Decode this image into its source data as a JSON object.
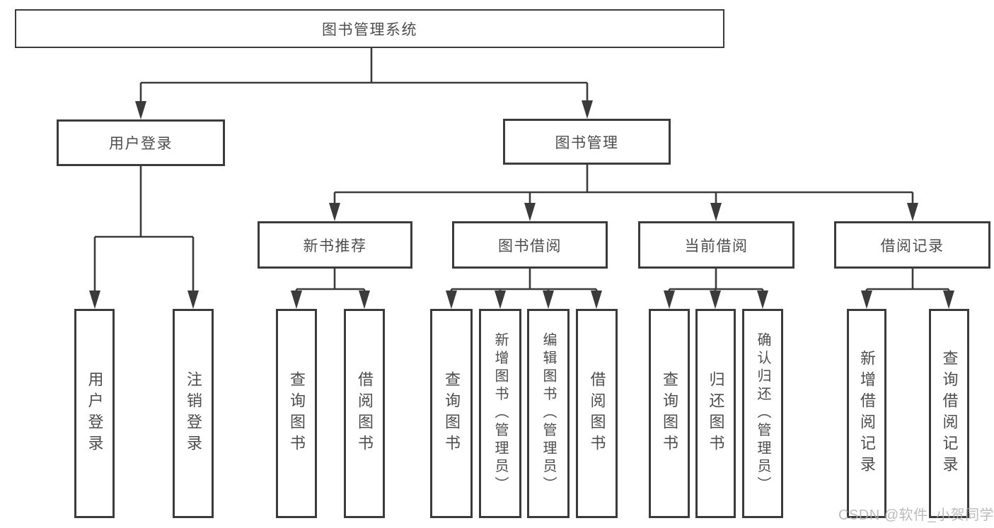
{
  "title": "图书管理系统",
  "colors": {
    "line": "#3b3b3b",
    "text": "#4d4d4d",
    "watermark": "#b0b0b0",
    "background": "#ffffff"
  },
  "watermark": "CSDN @软件_小贺同学",
  "nodes": {
    "root": "图书管理系统",
    "user_login": "用户登录",
    "book_mgmt": "图书管理",
    "new_book_rec": "新书推荐",
    "book_borrow": "图书借阅",
    "current_borrow": "当前借阅",
    "borrow_records": "借阅记录",
    "leaf_user_login": "用户登录",
    "leaf_logout": "注销登录",
    "leaf_query_book_1": "查询图书",
    "leaf_borrow_book_1": "借阅图书",
    "leaf_query_book_2": "查询图书",
    "leaf_add_book": "新增图书（管理员）",
    "leaf_edit_book": "编辑图书（管理员）",
    "leaf_borrow_book_2": "借阅图书",
    "leaf_query_book_3": "查询图书",
    "leaf_return_book": "归还图书",
    "leaf_confirm_return": "确认归还（管理员）",
    "leaf_add_borrow_record": "新增借阅记录",
    "leaf_query_borrow_record": "查询借阅记录"
  }
}
